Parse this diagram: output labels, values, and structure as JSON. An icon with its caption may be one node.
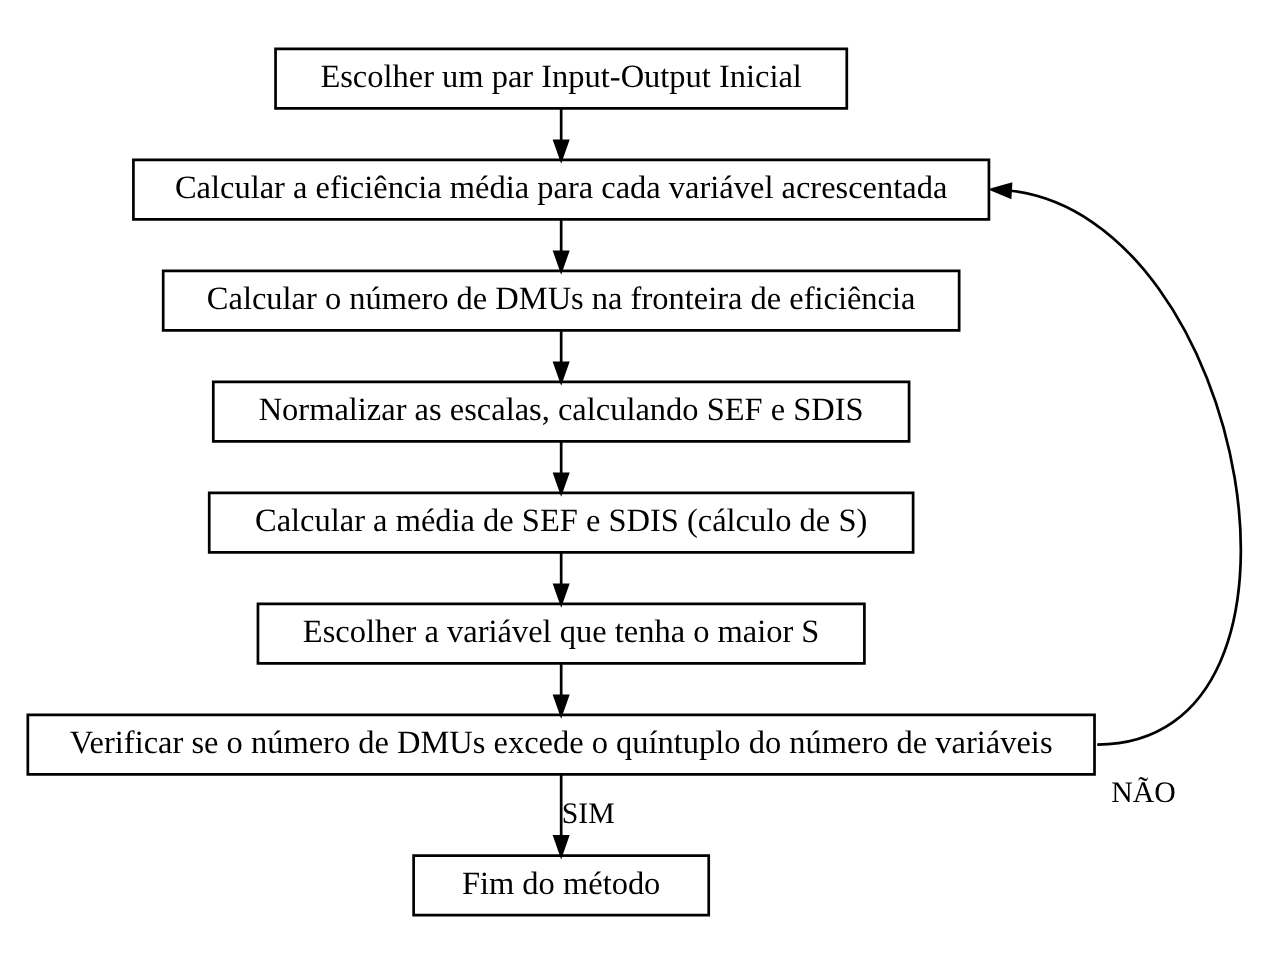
{
  "diagram": {
    "nodes": [
      {
        "text": [
          "Escolher um par Input-Output Inicial"
        ]
      },
      {
        "text": [
          "Calcular a eficiência média para cada variável acrescentada"
        ]
      },
      {
        "text": [
          "Calcular o número de DMUs na fronteira de eficiência"
        ]
      },
      {
        "text": [
          "Normalizar as escalas, calculando SEF e SDIS"
        ]
      },
      {
        "text": [
          "Calcular a média de SEF e SDIS (cálculo de S)"
        ]
      },
      {
        "text": [
          "Escolher a variável que tenha o maior S"
        ]
      },
      {
        "text": [
          "Verificar se o número de DMUs excede o quíntuplo do número de variáveis"
        ]
      },
      {
        "text": [
          "Fim do método"
        ]
      }
    ],
    "edges": [
      {
        "from": 0,
        "to": 1,
        "arrow": "to"
      },
      {
        "from": 1,
        "to": 2,
        "arrow": "to"
      },
      {
        "from": 2,
        "to": 3,
        "arrow": "to"
      },
      {
        "from": 3,
        "to": 4,
        "arrow": "to"
      },
      {
        "from": 4,
        "to": 5,
        "arrow": "to"
      },
      {
        "from": 5,
        "to": 6,
        "arrow": "to"
      },
      {
        "from": 6,
        "to": 7,
        "arrow": "to",
        "label": "SIM"
      },
      {
        "from": 6,
        "to": 1,
        "arrow": "to",
        "label": "NÃO"
      }
    ]
  }
}
